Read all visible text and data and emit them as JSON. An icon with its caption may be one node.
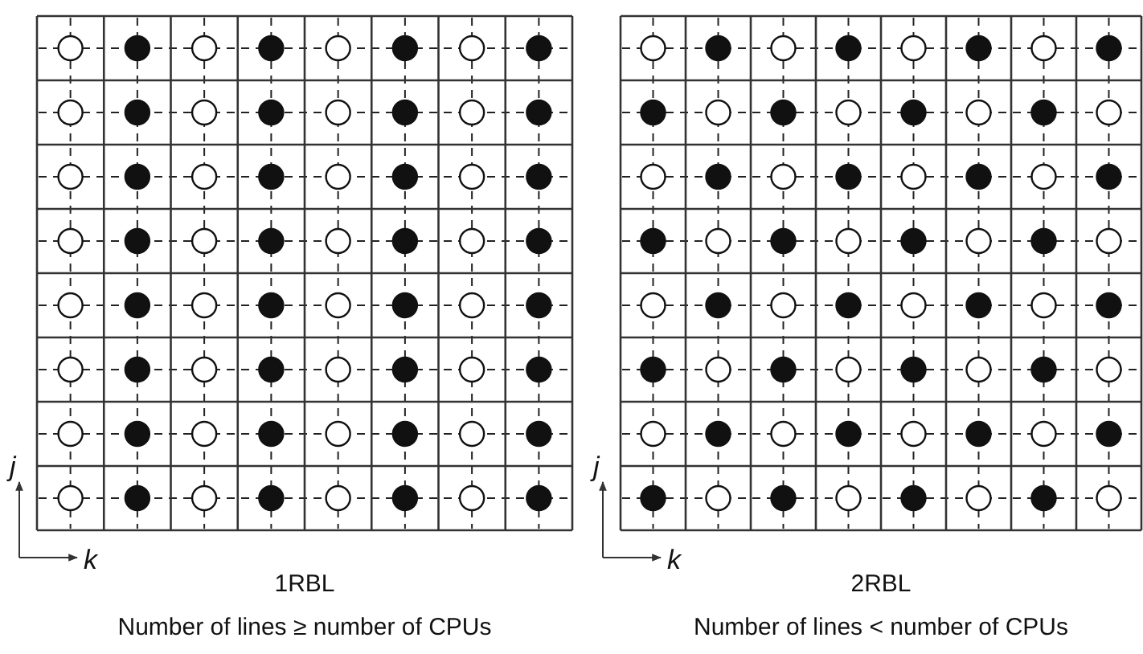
{
  "diagram": {
    "labels": [
      "j",
      "k",
      "1RBL",
      "Number of lines ≥ number of CPUs",
      "j",
      "k",
      "2RBL",
      "Number of lines < number of CPUs"
    ]
  }
}
